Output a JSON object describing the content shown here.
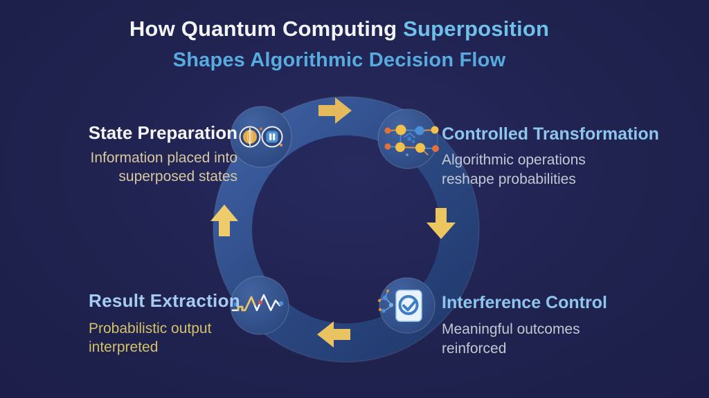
{
  "title": {
    "line1_main": "How Quantum Computing",
    "line1_accent": "Superposition",
    "line2": "Shapes Algorithmic Decision Flow"
  },
  "flow": {
    "type": "cycle",
    "direction": "clockwise",
    "arrow_color": "#ecc561",
    "ring_color": "#2c477e",
    "background_color": "#20224f",
    "steps_order": [
      "State Preparation",
      "Controlled Transformation",
      "Interference Control",
      "Result Extraction"
    ]
  },
  "nodes": [
    {
      "id": "state-preparation",
      "position": "top-left",
      "label": "State Preparation",
      "description_line1": "Information placed into",
      "description_line2": "superposed states",
      "label_color": "#f3f4f6",
      "description_color": "#d8c8a0",
      "icon": "qubit-pair-icon"
    },
    {
      "id": "controlled-transformation",
      "position": "top-right",
      "label": "Controlled Transformation",
      "description_line1": "Algorithmic operations",
      "description_line2": "reshape probabilities",
      "label_color": "#8dc5ec",
      "description_color": "#c3c8d3",
      "icon": "circuit-network-icon"
    },
    {
      "id": "interference-control",
      "position": "bottom-right",
      "label": "Interference Control",
      "description_line1": "Meaningful outcomes",
      "description_line2": "reinforced",
      "label_color": "#8dc5ec",
      "description_color": "#c3c8d3",
      "icon": "checkmark-card-icon"
    },
    {
      "id": "result-extraction",
      "position": "bottom-left",
      "label": "Result Extraction",
      "description_line1": "Probabilistic output",
      "description_line2": "interpreted",
      "label_color": "#a7ccf1",
      "description_color": "#d3c06a",
      "icon": "waveform-icon"
    }
  ]
}
